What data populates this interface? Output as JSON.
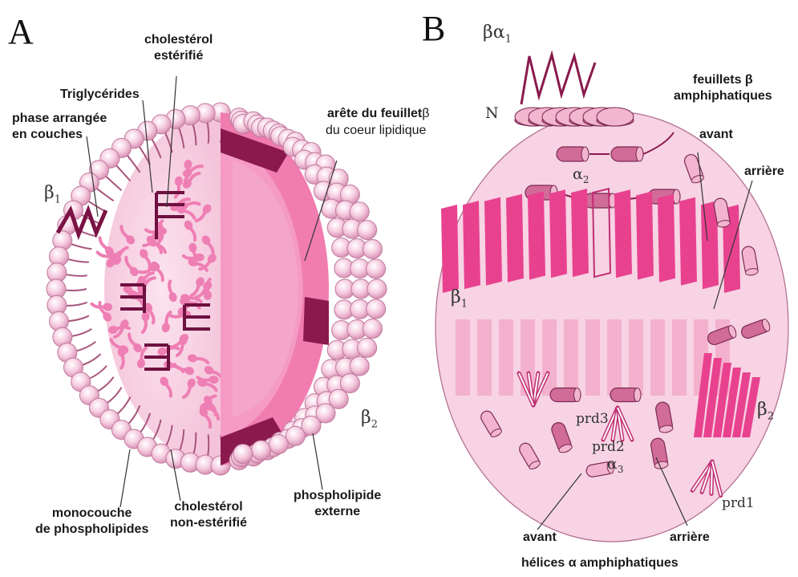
{
  "panel_a": {
    "letter": "A",
    "labels": {
      "chol_ester": "cholestérol\nestérifié",
      "triglycerides": "Triglycérides",
      "phase": "phase arrangée\nen couches",
      "beta1": "β",
      "beta1_sub": "1",
      "arete": "arête du feuillet",
      "arete_beta": "β",
      "coeur": "du coeur lipidique",
      "beta2": "β",
      "beta2_sub": "2",
      "monocouche": "monocouche\nde phospholipides",
      "chol_nonester": "cholestérol\nnon-estérifié",
      "phospho_ext": "phospholipide\nexterne"
    }
  },
  "panel_b": {
    "letter": "B",
    "labels": {
      "ba1": "βα",
      "ba1_sub": "1",
      "n": "N",
      "feuillets": "feuillets β\namphiphatiques",
      "avant_top": "avant",
      "arriere_top": "arrière",
      "alpha2": "α",
      "alpha2_sub": "2",
      "beta1": "β",
      "beta1_sub": "1",
      "beta2": "β",
      "beta2_sub": "2",
      "prd3": "prd3",
      "prd2": "prd2",
      "alpha3": "α",
      "alpha3_sub": "3",
      "prd1": "prd1",
      "avant_bottom": "avant",
      "arriere_bottom": "arrière",
      "helices": "hélices α amphiphatiques"
    }
  },
  "colors": {
    "light_pink": "#f6cfe0",
    "mid_pink": "#ee7fb4",
    "hot_pink": "#e8428f",
    "dark_plum": "#8a1a4e",
    "bead": "#f3c4d8"
  }
}
